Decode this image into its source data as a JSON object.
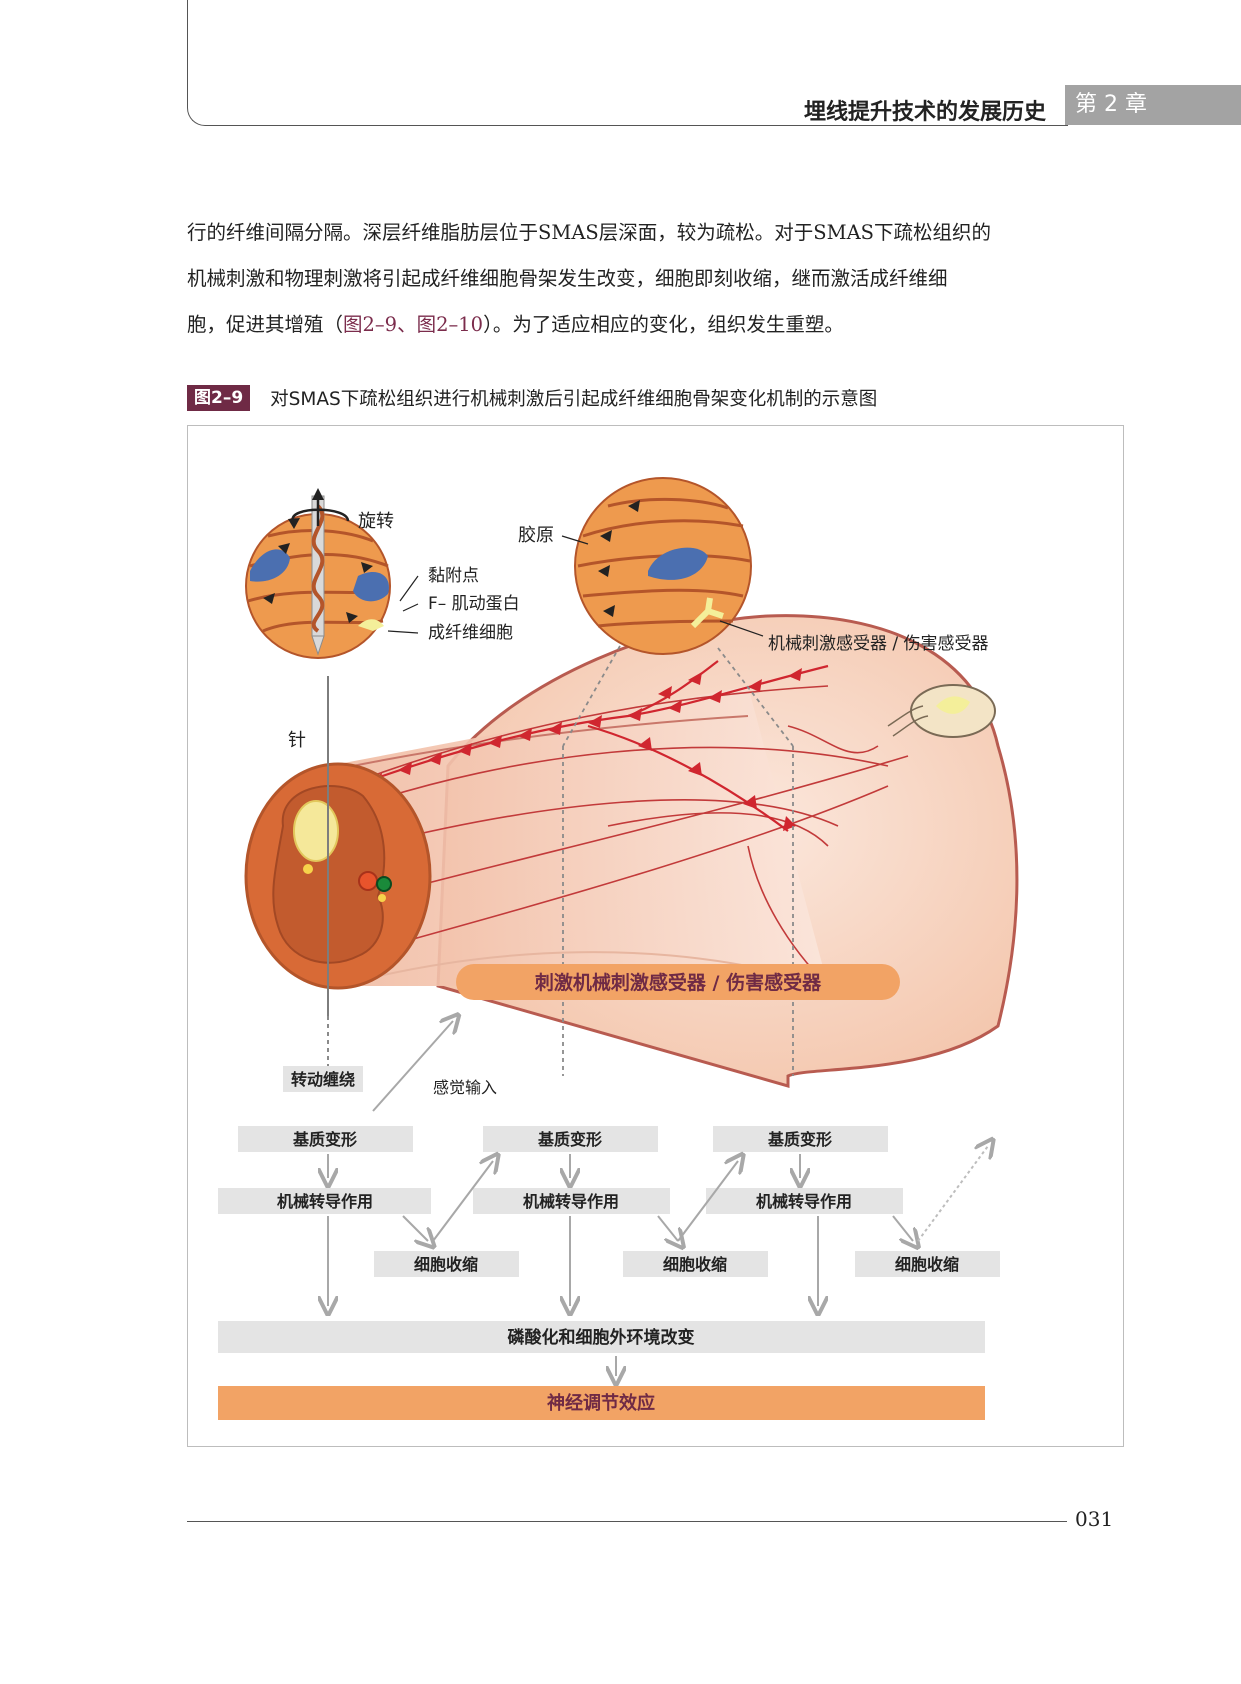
{
  "header": {
    "title": "埋线提升技术的发展历史",
    "chapter": "第 2 章"
  },
  "body": {
    "line1": "行的纤维间隔分隔。深层纤维脂肪层位于SMAS层深面，较为疏松。对于SMAS下疏松组织的",
    "line2": "机械刺激和物理刺激将引起成纤维细胞骨架发生改变，细胞即刻收缩，继而激活成纤维细",
    "line3_before": "胞，促进其增殖（",
    "line3_ref": "图2–9、图2–10",
    "line3_after": "）。为了适应相应的变化，组织发生重塑。"
  },
  "figure": {
    "label": "图2–9",
    "title": "对SMAS下疏松组织进行机械刺激后引起成纤维细胞骨架变化机制的示意图",
    "labels": {
      "rotation": "旋转",
      "collagen": "胶原",
      "adhesion_point": "黏附点",
      "f_actin": "F– 肌动蛋白",
      "fibroblast": "成纤维细胞",
      "receptor": "机械刺激感受器 / 伤害感受器",
      "needle": "针",
      "stimulate_banner": "刺激机械刺激感受器 / 伤害感受器",
      "rotation_winding": "转动缠绕",
      "sensory_input": "感觉输入",
      "matrix_deformation": "基质变形",
      "mechanotransduction": "机械转导作用",
      "cell_contraction": "细胞收缩",
      "phosphorylation": "磷酸化和细胞外环境改变",
      "neuromodulation": "神经调节效应"
    },
    "colors": {
      "banner_orange": "#f2a365",
      "gray_box": "#e4e4e4",
      "nerve_red": "#d0262f",
      "tissue_orange": "#e9914a",
      "caption_label": "#6f2a45"
    }
  },
  "footer": {
    "page_number": "031"
  }
}
